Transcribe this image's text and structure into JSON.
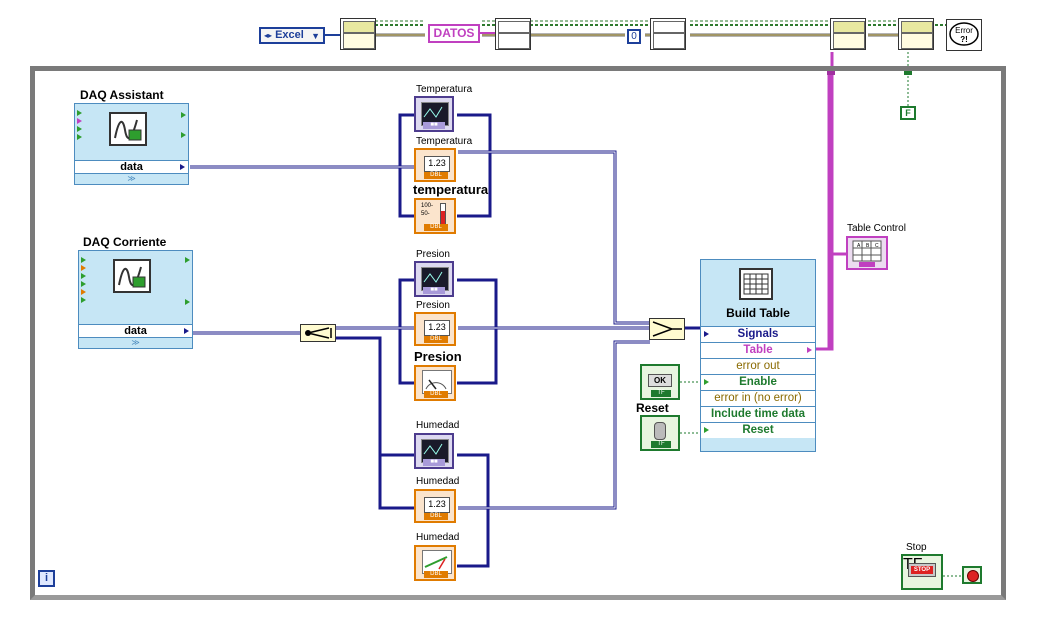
{
  "file_constants": {
    "excel_label": "Excel",
    "datos_label": "DATOS",
    "zero_label": "0",
    "false_label": "F",
    "error_label": "Error"
  },
  "daq_assistant": {
    "title": "DAQ Assistant",
    "terminal": "data"
  },
  "daq_corriente": {
    "title": "DAQ Corriente",
    "terminal": "data"
  },
  "temperatura": {
    "graph_label": "Temperatura",
    "num_label": "Temperatura",
    "thermo_label": "temperatura",
    "num_value": "1.23",
    "thermo_scale": "100-\n50-"
  },
  "presion": {
    "graph_label": "Presion",
    "num_label": "Presion",
    "gauge_label": "Presion",
    "num_value": "1.23"
  },
  "humedad": {
    "graph_label": "Humedad",
    "num_label": "Humedad",
    "meter_label": "Humedad",
    "num_value": "1.23"
  },
  "build_table": {
    "title": "Build Table",
    "rows": [
      "Signals",
      "Table",
      "error out",
      "Enable",
      "error in (no error)",
      "Include time data",
      "Reset"
    ]
  },
  "controls": {
    "ok_text": "OK",
    "reset_label": "Reset",
    "table_control_label": "Table Control",
    "stop_label": "Stop",
    "stop_text": "STOP"
  },
  "loop": {
    "iteration_symbol": "i"
  },
  "tags": {
    "dbl": "DBL",
    "tf": "TF"
  },
  "colors": {
    "dynamic_wire": "#1a1a8a",
    "bool_wire": "#1e7a2e",
    "string_wire": "#c040c0",
    "numeric_indicator": "#e07b00",
    "express_vi": "#c6e6f5"
  }
}
